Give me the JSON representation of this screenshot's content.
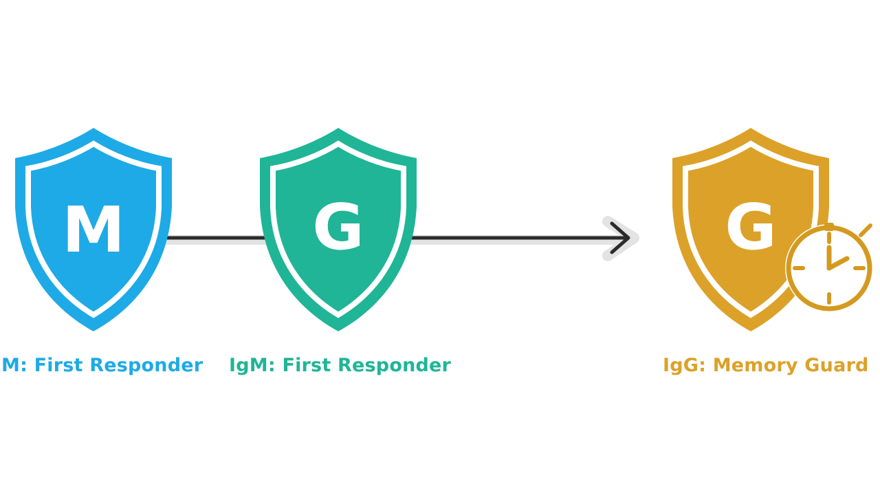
{
  "colors": {
    "igm_blue": "#1eaae6",
    "igm_teal": "#1fb596",
    "igg_gold": "#dca128",
    "arrow": "#2b2b2b",
    "arrow_shadow": "#e3e3e3"
  },
  "nodes": [
    {
      "letter": "M",
      "caption": "M: First Responder",
      "color": "#1eaae6",
      "icon": "shield-icon"
    },
    {
      "letter": "G",
      "caption": "IgM: First Responder",
      "color": "#1fb596",
      "icon": "shield-icon"
    },
    {
      "letter": "G",
      "caption": "IgG: Memory Guard",
      "color": "#dca128",
      "icon": "shield-icon",
      "badge_icon": "stopwatch-icon"
    }
  ],
  "connector": {
    "icon": "arrow-right-icon"
  }
}
